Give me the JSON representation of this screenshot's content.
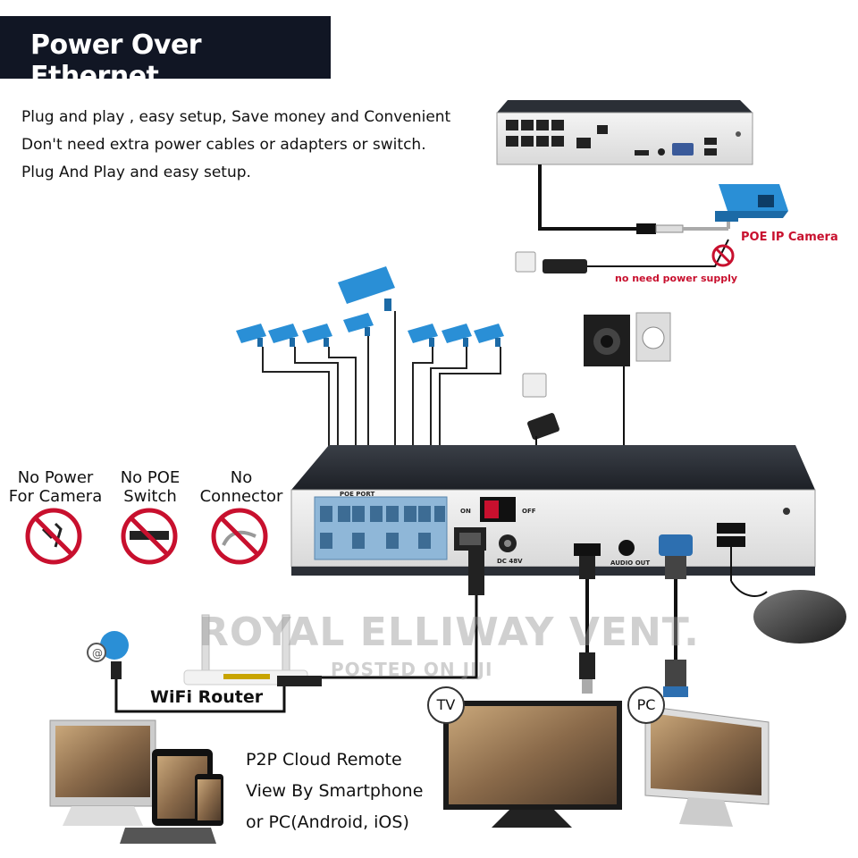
{
  "title": "Power Over Ethernet",
  "intro_lines": [
    "Plug and play , easy setup, Save money and Convenient",
    "Don't need extra power cables or adapters or switch.",
    "Plug And Play and easy setup."
  ],
  "top_labels": {
    "poe_ip_camera": "POE IP Camera",
    "no_need_power_supply": "no need power supply"
  },
  "no_items": [
    {
      "line1": "No Power",
      "line2": "For Camera",
      "icon": "camera-adapter-prohibited-icon"
    },
    {
      "line1": "No POE",
      "line2": "Switch",
      "icon": "switch-prohibited-icon"
    },
    {
      "line1": "No",
      "line2": "Connector",
      "icon": "connector-prohibited-icon"
    }
  ],
  "nvr_labels": {
    "on": "ON",
    "off": "OFF",
    "dc": "DC 48V",
    "audio_out": "AUDIO OUT",
    "poe_port": "POE PORT"
  },
  "wifi_router": "WiFi Router",
  "bubbles": {
    "tv": "TV",
    "pc": "PC"
  },
  "p2p_lines": [
    "P2P Cloud Remote",
    "View By Smartphone",
    "or PC(Android, iOS)"
  ],
  "watermark": {
    "main": "ROYAL ELLIWAY VENT.",
    "sub": "POSTED ON JIJI"
  },
  "colors": {
    "title_bg": "#111624",
    "prohibit_red": "#c8102e",
    "camera_blue": "#2a8fd6",
    "port_blue": "#8fb7d8",
    "nvr_dark": "#2b2f36"
  }
}
